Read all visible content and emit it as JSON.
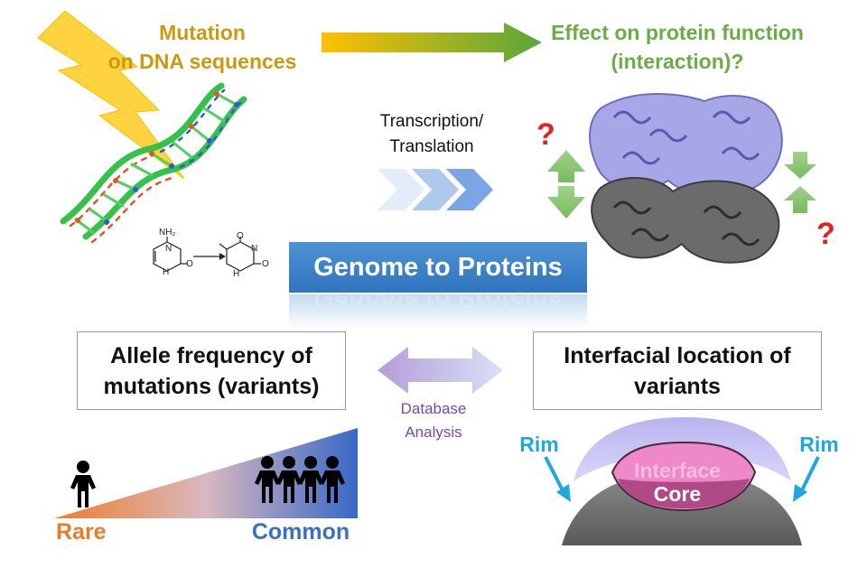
{
  "top_left": {
    "line1": "Mutation",
    "line2": "on DNA sequences"
  },
  "top_right": {
    "line1": "Effect on protein function",
    "line2": "(interaction)?"
  },
  "process": {
    "line1": "Transcription/",
    "line2": "Translation"
  },
  "banner": {
    "title": "Genome to Proteins"
  },
  "question_mark": "?",
  "molecule_atoms": {
    "nh2": "NH₂",
    "n": "N",
    "h": "H",
    "o": "O"
  },
  "left_box": {
    "line1": "Allele frequency of",
    "line2": "mutations (variants)"
  },
  "right_box": {
    "line1": "Interfacial location of",
    "line2": "variants"
  },
  "center": {
    "line1": "Database",
    "line2": "Analysis"
  },
  "frequency": {
    "rare": "Rare",
    "common": "Common"
  },
  "interface": {
    "rim": "Rim",
    "interface": "Interface",
    "core": "Core"
  },
  "colors": {
    "mutation": "#c99a10",
    "effect": "#6aac45",
    "banner": "#3a80c8",
    "database": "#7a48a6",
    "rare": "#ea7a2a",
    "common": "#3a6fc2",
    "rim": "#1fa8e0",
    "question": "#e52222"
  }
}
